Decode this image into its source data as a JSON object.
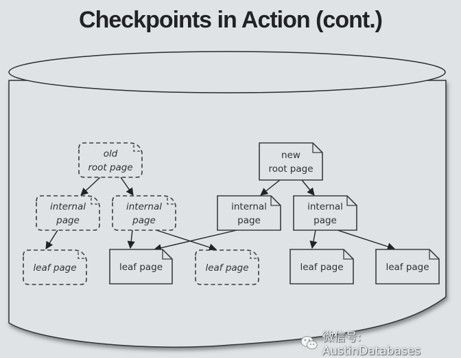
{
  "title": "Checkpoints in Action (cont.)",
  "nodes": {
    "old_root": {
      "lines": [
        "old",
        "root page"
      ],
      "style": "dashed"
    },
    "old_internal_left": {
      "lines": [
        "internal",
        "page"
      ],
      "style": "dashed"
    },
    "old_internal_right": {
      "lines": [
        "internal",
        "page"
      ],
      "style": "dashed"
    },
    "old_leaf_left": {
      "lines": [
        "leaf page"
      ],
      "style": "dashed"
    },
    "shared_leaf": {
      "lines": [
        "leaf page"
      ],
      "style": "solid"
    },
    "old_leaf_right": {
      "lines": [
        "leaf page"
      ],
      "style": "dashed"
    },
    "new_root": {
      "lines": [
        "new",
        "root page"
      ],
      "style": "solid"
    },
    "new_internal_left": {
      "lines": [
        "internal",
        "page"
      ],
      "style": "solid"
    },
    "new_internal_right": {
      "lines": [
        "internal",
        "page"
      ],
      "style": "solid"
    },
    "new_leaf_left": {
      "lines": [
        "leaf page"
      ],
      "style": "solid"
    },
    "new_leaf_right": {
      "lines": [
        "leaf page"
      ],
      "style": "solid"
    }
  },
  "edges": [
    {
      "from": "old_root",
      "to": "old_internal_left"
    },
    {
      "from": "old_root",
      "to": "old_internal_right"
    },
    {
      "from": "old_internal_left",
      "to": "old_leaf_left"
    },
    {
      "from": "old_internal_right",
      "to": "shared_leaf"
    },
    {
      "from": "old_internal_right",
      "to": "old_leaf_right"
    },
    {
      "from": "new_root",
      "to": "new_internal_left"
    },
    {
      "from": "new_root",
      "to": "new_internal_right"
    },
    {
      "from": "new_internal_left",
      "to": "shared_leaf"
    },
    {
      "from": "new_internal_right",
      "to": "new_leaf_left"
    },
    {
      "from": "new_internal_right",
      "to": "new_leaf_right"
    }
  ],
  "watermark": {
    "icon": "wechat-icon",
    "text": "微信号: AustinDatabases"
  }
}
